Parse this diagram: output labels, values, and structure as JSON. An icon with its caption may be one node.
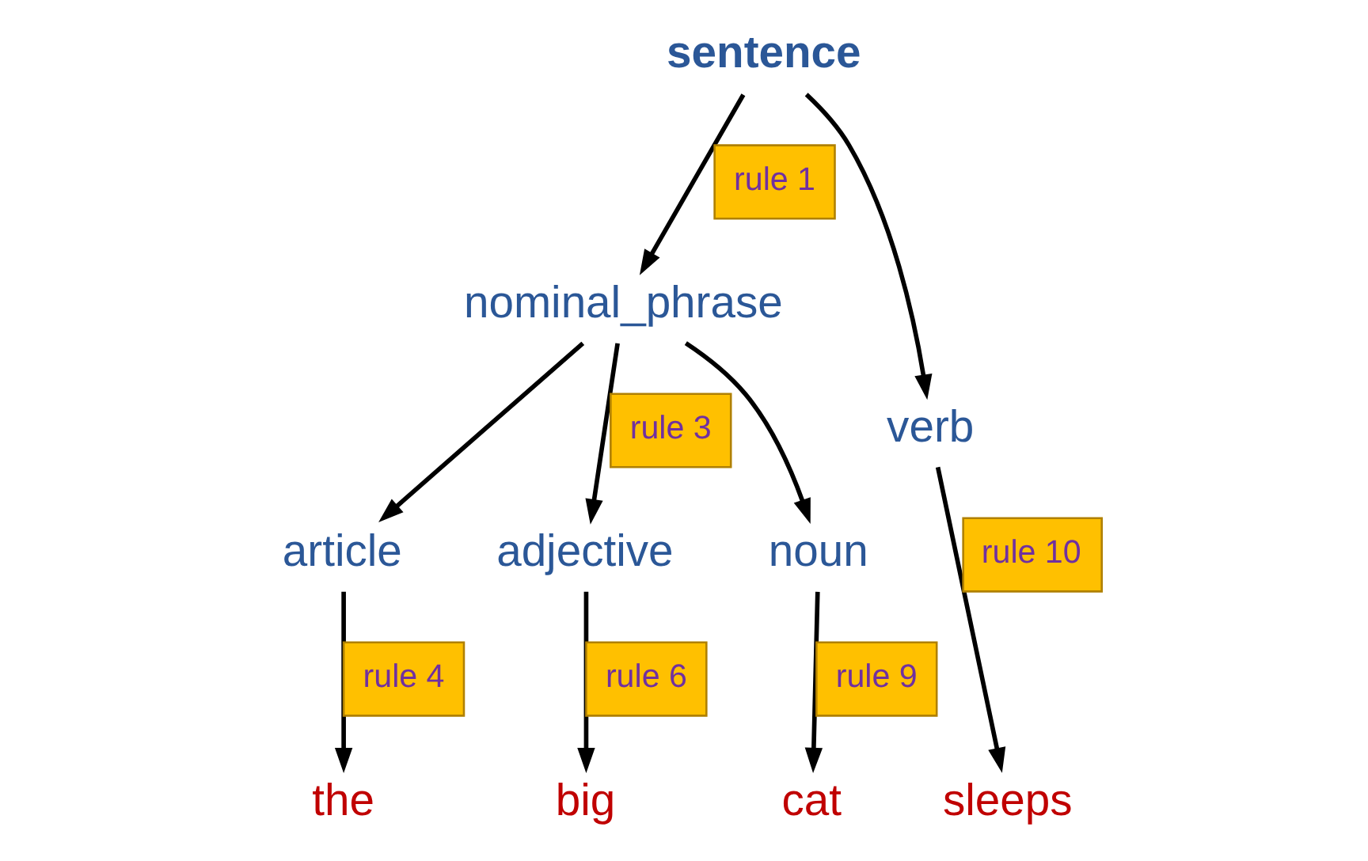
{
  "diagram": {
    "nodes": [
      {
        "text": [
          "sentence"
        ]
      },
      {
        "text": [
          "nominal_phrase"
        ]
      },
      {
        "text": [
          "verb"
        ]
      },
      {
        "text": [
          "article"
        ]
      },
      {
        "text": [
          "adjective"
        ]
      },
      {
        "text": [
          "noun"
        ]
      },
      {
        "text": [
          "the"
        ]
      },
      {
        "text": [
          "big"
        ]
      },
      {
        "text": [
          "cat"
        ]
      },
      {
        "text": [
          "sleeps"
        ]
      }
    ],
    "edges": [
      {
        "from": 0,
        "to": 1,
        "arrow": "to",
        "label": "rule 1"
      },
      {
        "from": 0,
        "to": 2,
        "arrow": "to"
      },
      {
        "from": 1,
        "to": 3,
        "arrow": "to"
      },
      {
        "from": 1,
        "to": 4,
        "arrow": "to",
        "label": "rule 3"
      },
      {
        "from": 1,
        "to": 5,
        "arrow": "to"
      },
      {
        "from": 3,
        "to": 6,
        "arrow": "to",
        "label": "rule 4"
      },
      {
        "from": 4,
        "to": 7,
        "arrow": "to",
        "label": "rule 6"
      },
      {
        "from": 5,
        "to": 8,
        "arrow": "to",
        "label": "rule 9"
      },
      {
        "from": 2,
        "to": 9,
        "arrow": "to",
        "label": "rule 10"
      }
    ]
  }
}
